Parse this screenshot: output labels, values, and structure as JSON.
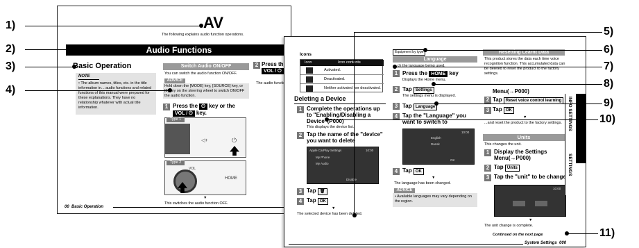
{
  "callouts": [
    "1)",
    "2)",
    "3)",
    "4)",
    "5)",
    "6)",
    "7)",
    "8)",
    "9)",
    "10)",
    "11)"
  ],
  "back_page": {
    "title": "AV",
    "subtitle": "The following explains audio function operations.",
    "header_bar": "Audio Functions",
    "section_title": "Basic Operation",
    "note_label": "NOTE",
    "note_text": "• The album names, titles, etc. in the title information in... audio functions and related functions of this manual were prepared for these explanations. They have no relationship whatever with actual title information.",
    "switch_bar": "Switch Audio ON/OFF",
    "switch_desc": "You can switch the audio function ON/OFF.",
    "advice_label": "ADVICE",
    "advice_text": "Hold down the [MODE] key, [SOURCE] key, or [2] key on the steering wheel to switch ON/OFF the audio function.",
    "step1_a": "Press the",
    "step1_b": "key or the",
    "step1_key": "VOL / ⏻",
    "step1_c": "key.",
    "type1": "Type 1",
    "type2": "Type 2",
    "home_label": "HOME",
    "vol_label": "VOL",
    "step1_result": "This switches the audio function OFF.",
    "step2_a": "Press the",
    "step2_key": "VOL / ⏻",
    "right_snippet": "The audio function",
    "footer_num": "00",
    "footer_text": "Basic Operation"
  },
  "front_page": {
    "icons_title": "Icons",
    "icons_header_icon": "Icon",
    "icons_header_contents": "Icon contents",
    "icons_rows": [
      "Activated.",
      "Deactivated.",
      "Neither activated nor deactivated."
    ],
    "delete_title": "Deleting a Device",
    "d_step1": "Complete the operations up to \"Enabling/Disabling a Device\"(P000)",
    "d_step1_result": "This displays the device list.",
    "d_step2": "Tap the name of the \"device\" you want to delete",
    "d_screen_title": "Apple CarPlay Settings",
    "d_screen_time": "10:00",
    "d_screen_item1": "My Phone",
    "d_screen_item2": "My Audio",
    "d_screen_btn": "Disable",
    "d_step3": "Tap",
    "d_step4": "Tap",
    "ok": "OK",
    "d_result": "The selected device has been deleted.",
    "equip_label": "Equipment by type",
    "lang_bar": "Language",
    "lang_intro": "...ch the language being used.",
    "l_step1_a": "Press the",
    "l_step1_key": "HOME",
    "l_step1_b": "key",
    "l_step1_result": "Displays the Home menu.",
    "l_step2": "Tap",
    "l_step2_btn": "Settings",
    "l_step2_result": "The settings menu is displayed.",
    "l_step3": "Tap",
    "l_step3_btn": "Language",
    "l_step4": "Tap the \"Language\" you want to switch to",
    "l_screen_time": "10:00",
    "l_screen_item1": "English",
    "l_screen_item2": "Dansk",
    "l_screen_btn": "OK",
    "l_step5": "Tap",
    "l_result": "The language has been changed.",
    "l_advice_label": "ADVICE",
    "l_advice_text": "• Available languages may vary depending on the region.",
    "reset_bar": "Resetting Learnt Data",
    "reset_text": "This product stores the data each time voice recognition function. This accumulated data can be deleted to reset the product to the factory settings.",
    "r_step1": "Menu(→P000)",
    "r_step2_a": "Tap",
    "r_step2_btn": "Reset voice control learning",
    "r_step3_a": "Tap",
    "r_step3_btn": "OK",
    "r_result": "...and reset the product to the factory settings.",
    "units_bar": "Units",
    "units_intro": "This changes the unit.",
    "u_step1": "Display the Settings Menu(→P000)",
    "u_step2_a": "Tap",
    "u_step2_btn": "Units",
    "u_step3": "Tap the \"unit\" to be changed",
    "u_screen_time": "10:00",
    "u_result": "The unit change is complete.",
    "tab_info": "INFO",
    "tab_settings_top": "SETTINGS",
    "tab_settings_side": "SETTINGS",
    "continued": "Continued on the next page",
    "footer_text": "System Settings",
    "footer_num": "000"
  }
}
